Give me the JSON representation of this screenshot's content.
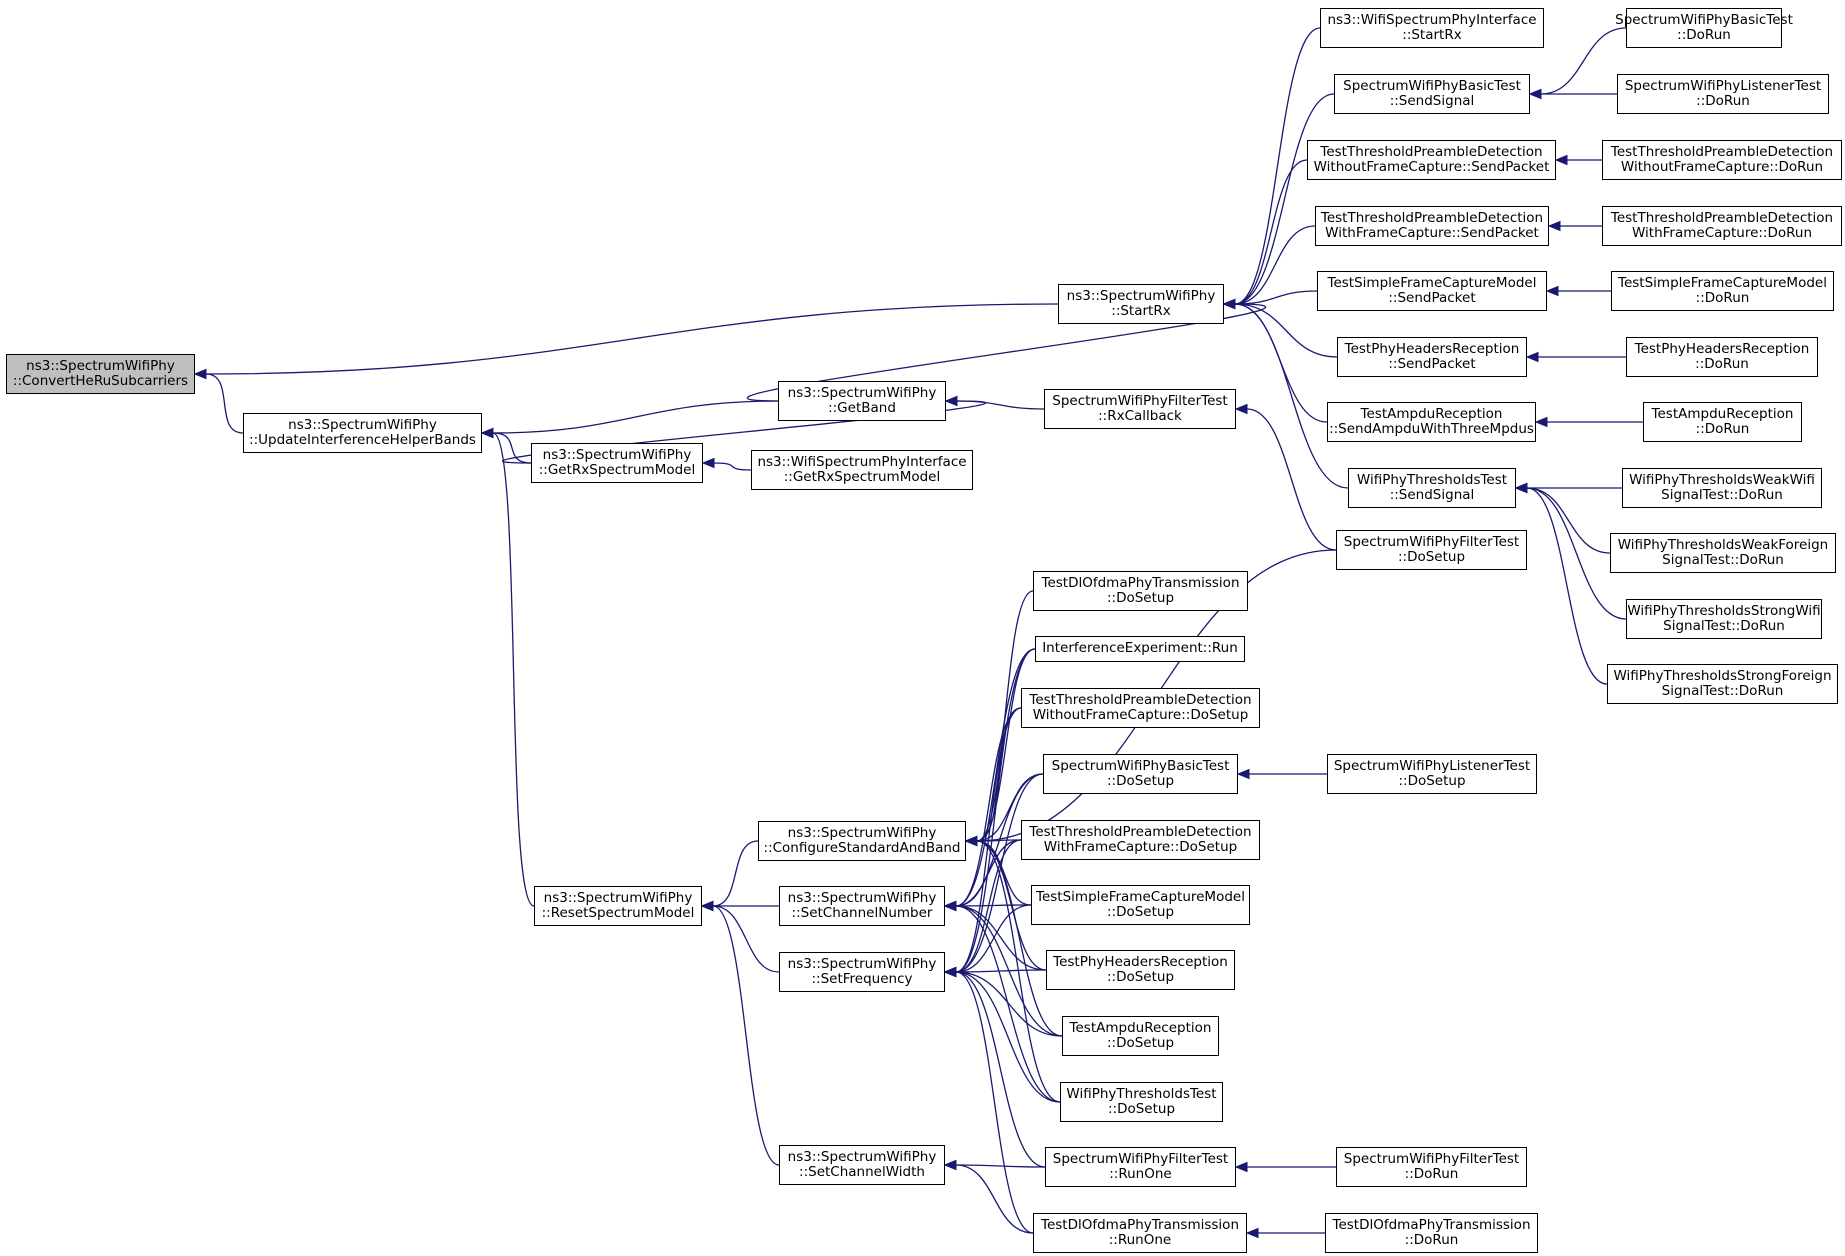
{
  "diagram": {
    "root_id": "n0",
    "nodes": [
      {
        "id": "n0",
        "l1": "ns3::SpectrumWifiPhy",
        "l2": "::ConvertHeRuSubcarriers"
      },
      {
        "id": "n1",
        "l1": "ns3::SpectrumWifiPhy",
        "l2": "::StartRx"
      },
      {
        "id": "n2",
        "l1": "ns3::SpectrumWifiPhy",
        "l2": "::UpdateInterferenceHelperBands"
      },
      {
        "id": "n3",
        "l1": "ns3::WifiSpectrumPhyInterface",
        "l2": "::StartRx"
      },
      {
        "id": "n4",
        "l1": "SpectrumWifiPhyBasicTest",
        "l2": "::SendSignal"
      },
      {
        "id": "n5",
        "l1": "TestThresholdPreambleDetection",
        "l2": "WithoutFrameCapture::SendPacket"
      },
      {
        "id": "n6",
        "l1": "TestThresholdPreambleDetection",
        "l2": "WithFrameCapture::SendPacket"
      },
      {
        "id": "n7",
        "l1": "TestSimpleFrameCaptureModel",
        "l2": "::SendPacket"
      },
      {
        "id": "n8",
        "l1": "TestPhyHeadersReception",
        "l2": "::SendPacket"
      },
      {
        "id": "n9",
        "l1": "TestAmpduReception",
        "l2": "::SendAmpduWithThreeMpdus"
      },
      {
        "id": "n10",
        "l1": "WifiPhyThresholdsTest",
        "l2": "::SendSignal"
      },
      {
        "id": "n11",
        "l1": "SpectrumWifiPhyBasicTest",
        "l2": "::DoRun"
      },
      {
        "id": "n12",
        "l1": "SpectrumWifiPhyListenerTest",
        "l2": "::DoRun"
      },
      {
        "id": "n13",
        "l1": "TestThresholdPreambleDetection",
        "l2": "WithoutFrameCapture::DoRun"
      },
      {
        "id": "n14",
        "l1": "TestThresholdPreambleDetection",
        "l2": "WithFrameCapture::DoRun"
      },
      {
        "id": "n15",
        "l1": "TestSimpleFrameCaptureModel",
        "l2": "::DoRun"
      },
      {
        "id": "n16",
        "l1": "TestPhyHeadersReception",
        "l2": "::DoRun"
      },
      {
        "id": "n17",
        "l1": "TestAmpduReception",
        "l2": "::DoRun"
      },
      {
        "id": "n18",
        "l1": "WifiPhyThresholdsWeakWifi",
        "l2": "SignalTest::DoRun"
      },
      {
        "id": "n19",
        "l1": "WifiPhyThresholdsWeakForeign",
        "l2": "SignalTest::DoRun"
      },
      {
        "id": "n20",
        "l1": "WifiPhyThresholdsStrongWifi",
        "l2": "SignalTest::DoRun"
      },
      {
        "id": "n21",
        "l1": "WifiPhyThresholdsStrongForeign",
        "l2": "SignalTest::DoRun"
      },
      {
        "id": "n22",
        "l1": "ns3::SpectrumWifiPhy",
        "l2": "::GetBand"
      },
      {
        "id": "n23",
        "l1": "ns3::SpectrumWifiPhy",
        "l2": "::GetRxSpectrumModel"
      },
      {
        "id": "n24",
        "l1": "ns3::WifiSpectrumPhyInterface",
        "l2": "::GetRxSpectrumModel"
      },
      {
        "id": "n25",
        "l1": "SpectrumWifiPhyFilterTest",
        "l2": "::RxCallback"
      },
      {
        "id": "n26",
        "l1": "SpectrumWifiPhyFilterTest",
        "l2": "::DoSetup"
      },
      {
        "id": "n27",
        "l1": "ns3::SpectrumWifiPhy",
        "l2": "::ResetSpectrumModel"
      },
      {
        "id": "n28",
        "l1": "ns3::SpectrumWifiPhy",
        "l2": "::ConfigureStandardAndBand"
      },
      {
        "id": "n29",
        "l1": "ns3::SpectrumWifiPhy",
        "l2": "::SetChannelNumber"
      },
      {
        "id": "n30",
        "l1": "ns3::SpectrumWifiPhy",
        "l2": "::SetFrequency"
      },
      {
        "id": "n31",
        "l1": "ns3::SpectrumWifiPhy",
        "l2": "::SetChannelWidth"
      },
      {
        "id": "n32",
        "l1": "TestDlOfdmaPhyTransmission",
        "l2": "::DoSetup"
      },
      {
        "id": "n33",
        "l1": "InterferenceExperiment::Run",
        "l2": ""
      },
      {
        "id": "n34",
        "l1": "TestThresholdPreambleDetection",
        "l2": "WithoutFrameCapture::DoSetup"
      },
      {
        "id": "n35",
        "l1": "SpectrumWifiPhyBasicTest",
        "l2": "::DoSetup"
      },
      {
        "id": "n36",
        "l1": "TestThresholdPreambleDetection",
        "l2": "WithFrameCapture::DoSetup"
      },
      {
        "id": "n37",
        "l1": "TestSimpleFrameCaptureModel",
        "l2": "::DoSetup"
      },
      {
        "id": "n38",
        "l1": "TestPhyHeadersReception",
        "l2": "::DoSetup"
      },
      {
        "id": "n39",
        "l1": "TestAmpduReception",
        "l2": "::DoSetup"
      },
      {
        "id": "n40",
        "l1": "WifiPhyThresholdsTest",
        "l2": "::DoSetup"
      },
      {
        "id": "n41",
        "l1": "SpectrumWifiPhyFilterTest",
        "l2": "::RunOne"
      },
      {
        "id": "n42",
        "l1": "TestDlOfdmaPhyTransmission",
        "l2": "::RunOne"
      },
      {
        "id": "n43",
        "l1": "SpectrumWifiPhyListenerTest",
        "l2": "::DoSetup"
      },
      {
        "id": "n44",
        "l1": "SpectrumWifiPhyFilterTest",
        "l2": "::DoRun"
      },
      {
        "id": "n45",
        "l1": "TestDlOfdmaPhyTransmission",
        "l2": "::DoRun"
      }
    ],
    "edges": [
      {
        "from": "n1",
        "to": "n0"
      },
      {
        "from": "n2",
        "to": "n0"
      },
      {
        "from": "n3",
        "to": "n1"
      },
      {
        "from": "n4",
        "to": "n1"
      },
      {
        "from": "n5",
        "to": "n1"
      },
      {
        "from": "n6",
        "to": "n1"
      },
      {
        "from": "n7",
        "to": "n1"
      },
      {
        "from": "n8",
        "to": "n1"
      },
      {
        "from": "n9",
        "to": "n1"
      },
      {
        "from": "n10",
        "to": "n1"
      },
      {
        "from": "n11",
        "to": "n4"
      },
      {
        "from": "n12",
        "to": "n4"
      },
      {
        "from": "n13",
        "to": "n5"
      },
      {
        "from": "n14",
        "to": "n6"
      },
      {
        "from": "n15",
        "to": "n7"
      },
      {
        "from": "n16",
        "to": "n8"
      },
      {
        "from": "n17",
        "to": "n9"
      },
      {
        "from": "n18",
        "to": "n10"
      },
      {
        "from": "n19",
        "to": "n10"
      },
      {
        "from": "n20",
        "to": "n10"
      },
      {
        "from": "n21",
        "to": "n10"
      },
      {
        "from": "n22",
        "to": "n1"
      },
      {
        "from": "n22",
        "to": "n2"
      },
      {
        "from": "n25",
        "to": "n22"
      },
      {
        "from": "n23",
        "to": "n22"
      },
      {
        "from": "n23",
        "to": "n2"
      },
      {
        "from": "n24",
        "to": "n23"
      },
      {
        "from": "n26",
        "to": "n25"
      },
      {
        "from": "n27",
        "to": "n2"
      },
      {
        "from": "n28",
        "to": "n27"
      },
      {
        "from": "n29",
        "to": "n27"
      },
      {
        "from": "n30",
        "to": "n27"
      },
      {
        "from": "n31",
        "to": "n27"
      },
      {
        "from": "n26",
        "to": "n28"
      },
      {
        "from": "n32",
        "to": "n28"
      },
      {
        "from": "n33",
        "to": "n28"
      },
      {
        "from": "n34",
        "to": "n28"
      },
      {
        "from": "n35",
        "to": "n28"
      },
      {
        "from": "n36",
        "to": "n28"
      },
      {
        "from": "n37",
        "to": "n28"
      },
      {
        "from": "n38",
        "to": "n28"
      },
      {
        "from": "n39",
        "to": "n28"
      },
      {
        "from": "n40",
        "to": "n28"
      },
      {
        "from": "n33",
        "to": "n29"
      },
      {
        "from": "n34",
        "to": "n29"
      },
      {
        "from": "n35",
        "to": "n29"
      },
      {
        "from": "n36",
        "to": "n29"
      },
      {
        "from": "n37",
        "to": "n29"
      },
      {
        "from": "n38",
        "to": "n29"
      },
      {
        "from": "n39",
        "to": "n29"
      },
      {
        "from": "n40",
        "to": "n29"
      },
      {
        "from": "n33",
        "to": "n30"
      },
      {
        "from": "n34",
        "to": "n30"
      },
      {
        "from": "n35",
        "to": "n30"
      },
      {
        "from": "n36",
        "to": "n30"
      },
      {
        "from": "n37",
        "to": "n30"
      },
      {
        "from": "n38",
        "to": "n30"
      },
      {
        "from": "n39",
        "to": "n30"
      },
      {
        "from": "n40",
        "to": "n30"
      },
      {
        "from": "n41",
        "to": "n30"
      },
      {
        "from": "n42",
        "to": "n30"
      },
      {
        "from": "n41",
        "to": "n31"
      },
      {
        "from": "n42",
        "to": "n31"
      },
      {
        "from": "n43",
        "to": "n35"
      },
      {
        "from": "n44",
        "to": "n41"
      },
      {
        "from": "n45",
        "to": "n42"
      }
    ]
  }
}
